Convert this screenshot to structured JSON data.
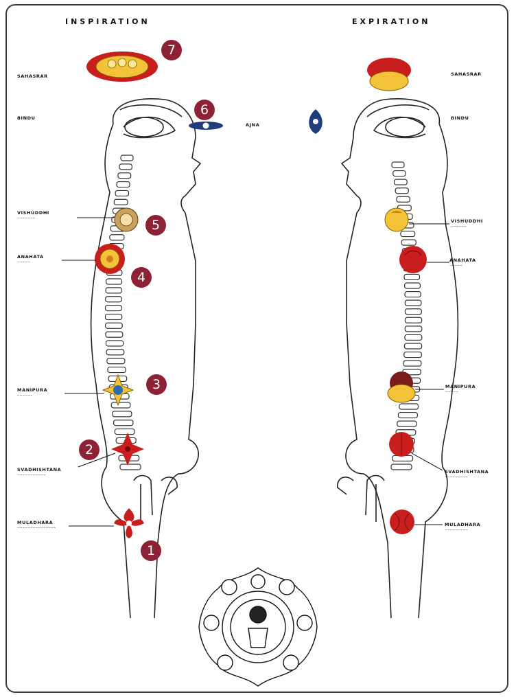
{
  "headers": {
    "left": "INSPIRATION",
    "right": "EXPIRATION"
  },
  "colors": {
    "badge": "#8c2233",
    "petal_red": "#c81e1e",
    "petal_yellow": "#f2c338",
    "ajna_blue": "#1f3d7a"
  },
  "left_labels": {
    "sahasrar": "SAHASRAR",
    "bindu": "BINDU",
    "ajna": "AJNA",
    "vishuddhi": "VISHUDDHI",
    "anahata": "ANAHATA",
    "manipura": "MANIPURA",
    "svadhisthana": "SVADHISHTANA",
    "muladhara": "MULADHARA"
  },
  "right_labels": {
    "sahasrar": "SAHASRAR",
    "bindu": "BINDU",
    "vishuddhi": "VISHUDDHI",
    "anahata": "ANAHATA",
    "manipura": "MANIPURA",
    "svadhisthana": "SVADHISHTANA",
    "muladhara": "MULADHARA"
  },
  "badges": [
    "1",
    "2",
    "3",
    "4",
    "5",
    "6",
    "7"
  ]
}
